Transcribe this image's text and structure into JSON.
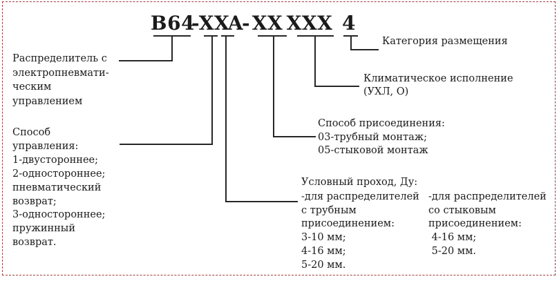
{
  "code": {
    "series": "В64",
    "dash1": "-",
    "control_digits": "ХХ",
    "letter": "А",
    "dash2": "-",
    "connection_digits": "ХХ",
    "climatic_digits": "ХХХ",
    "category_digit": "4"
  },
  "labels": {
    "distributor": [
      "Распределитель с",
      "электропневмати-",
      "ческим",
      "управлением"
    ],
    "control_method": [
      "Способ",
      "управления:",
      "1-двустороннее;",
      "2-одностороннее;",
      "пневматический",
      "возврат;",
      "3-одностороннее;",
      "пружинный",
      "возврат."
    ],
    "placement_category": "Категория размещения",
    "climatic_version": [
      "Климатическое исполнение",
      "(УХЛ, О)"
    ],
    "connection_method": [
      "Способ присоединения:",
      "03-трубный монтаж;",
      "05-стыковой монтаж"
    ],
    "nominal_bore_title": "Условный проход, Ду:",
    "bore_pipe_mount": [
      "-для распределителей",
      "с трубным",
      "присоединением:",
      "3-10 мм;",
      "4-16 мм;",
      "5-20 мм."
    ],
    "bore_butt_mount": [
      "-для распределителей",
      "со стыковым",
      "присоединением:",
      " 4-16 мм;",
      " 5-20 мм."
    ]
  },
  "colors": {
    "border": "#9c3b3b",
    "line": "#262626",
    "text": "#1b1b1b",
    "background": "#ffffff"
  }
}
